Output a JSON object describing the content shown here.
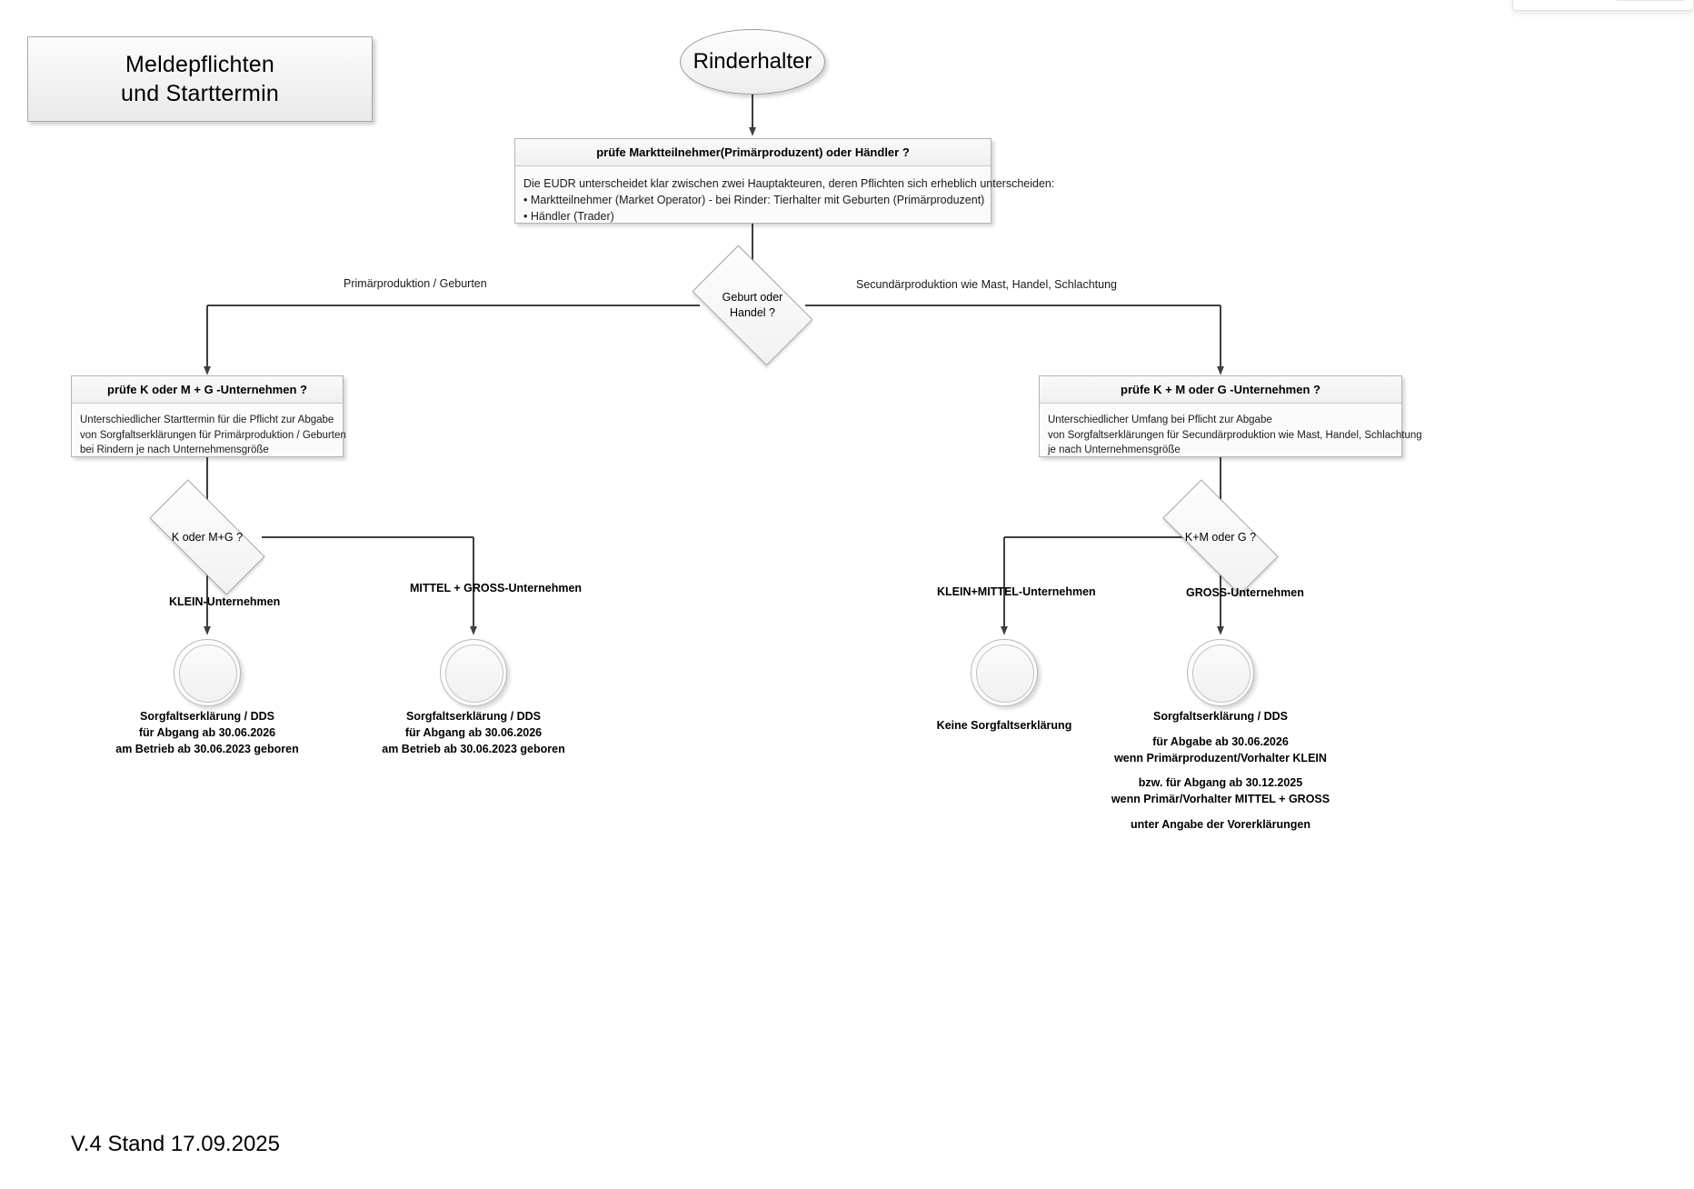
{
  "diagram": {
    "title_line1": "Meldepflichten",
    "title_line2": "und Starttermin",
    "footer": "V.4 Stand 17.09.2025"
  },
  "start": {
    "label": "Rinderhalter"
  },
  "process_top": {
    "header": "prüfe Marktteilnehmer(Primärproduzent) oder Händler ?",
    "body_line1": "Die EUDR unterscheidet klar zwischen zwei Hauptakteuren, deren Pflichten sich erheblich unterscheiden:",
    "body_line2": "• Marktteilnehmer (Market Operator) - bei Rinder: Tierhalter mit Geburten (Primärproduzent)",
    "body_line3": "• Händler (Trader)"
  },
  "decision_main": {
    "label_line1": "Geburt oder",
    "label_line2": "Handel ?",
    "branch_left": "Primärproduktion / Geburten",
    "branch_right": "Secundärproduktion wie Mast, Handel, Schlachtung"
  },
  "process_left": {
    "header": "prüfe K oder M + G -Unternehmen ?",
    "body_line1": "Unterschiedlicher Starttermin für die Pflicht zur Abgabe",
    "body_line2": "von Sorgfaltserklärungen für Primärproduktion / Geburten",
    "body_line3": "bei Rindern je nach Unternehmensgröße"
  },
  "process_right": {
    "header": "prüfe K + M oder G -Unternehmen ?",
    "body_line1": "Unterschiedlicher Umfang bei Pflicht zur Abgabe",
    "body_line2": "von Sorgfaltserklärungen für Secundärproduktion wie Mast, Handel, Schlachtung",
    "body_line3": "je nach Unternehmensgröße"
  },
  "decision_left": {
    "label": "K oder M+G ?",
    "branch_a": "KLEIN-Unternehmen",
    "branch_b": "MITTEL + GROSS-Unternehmen"
  },
  "decision_right": {
    "label": "K+M oder G ?",
    "branch_a": "KLEIN+MITTEL-Unternehmen",
    "branch_b": "GROSS-Unternehmen"
  },
  "end_left_klein": {
    "line1": "Sorgfaltserklärung / DDS",
    "line2": "für Abgang ab 30.06.2026",
    "line3": "am Betrieb ab 30.06.2023 geboren"
  },
  "end_left_mittelgross": {
    "line1": "Sorgfaltserklärung / DDS",
    "line2": "für Abgang ab 30.06.2026",
    "line3": "am Betrieb ab 30.06.2023 geboren"
  },
  "end_right_kleinmittel": {
    "line1": "Keine Sorgfaltserklärung"
  },
  "end_right_gross": {
    "line1": "Sorgfaltserklärung / DDS",
    "line2": "für Abgabe ab 30.06.2026",
    "line3": "wenn Primärproduzent/Vorhalter KLEIN",
    "line4": "bzw. für Abgang ab 30.12.2025",
    "line5": "wenn Primär/Vorhalter MITTEL + GROSS",
    "line6": "unter Angabe der Vorerklärungen"
  },
  "colors": {
    "line": "#3f3f3f",
    "box_border": "#b4b4b4",
    "page_bg": "#ffffff"
  }
}
